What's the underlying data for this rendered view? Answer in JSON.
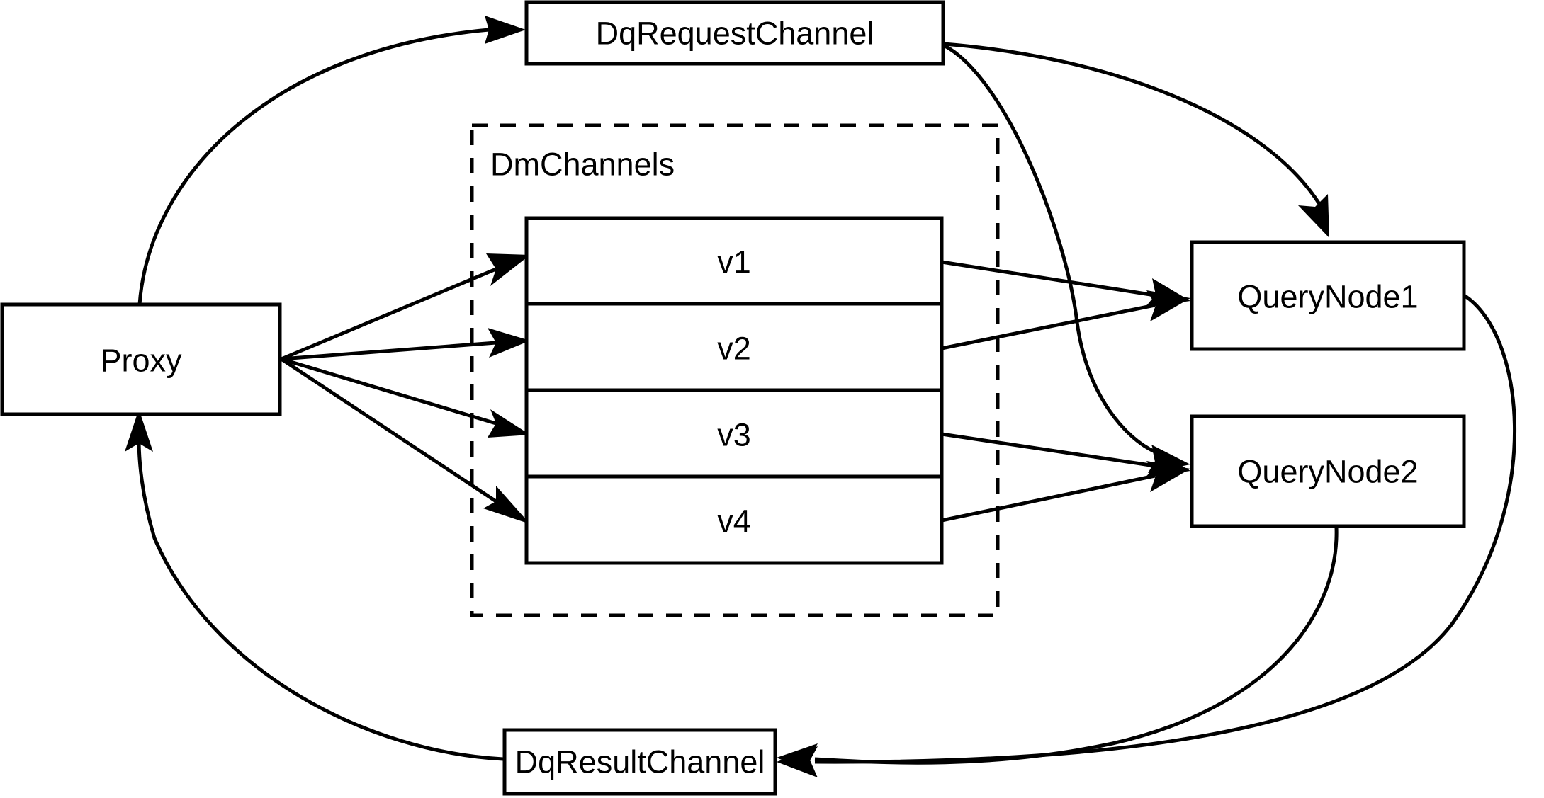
{
  "diagram": {
    "type": "architecture-flow-diagram",
    "background_color": "#ffffff",
    "stroke_color": "#000000",
    "nodes": {
      "proxy": {
        "label": "Proxy"
      },
      "dq_request_channel": {
        "label": "DqRequestChannel"
      },
      "dq_result_channel": {
        "label": "DqResultChannel"
      },
      "query_node_1": {
        "label": "QueryNode1"
      },
      "query_node_2": {
        "label": "QueryNode2"
      }
    },
    "group": {
      "label": "DmChannels",
      "border_style": "dashed",
      "channels": [
        {
          "label": "v1"
        },
        {
          "label": "v2"
        },
        {
          "label": "v3"
        },
        {
          "label": "v4"
        }
      ]
    },
    "edges": [
      {
        "from": "Proxy",
        "to": "DqRequestChannel",
        "style": "curved",
        "arrow": true
      },
      {
        "from": "Proxy",
        "to": "v1",
        "style": "straight",
        "arrow": true
      },
      {
        "from": "Proxy",
        "to": "v2",
        "style": "straight",
        "arrow": true
      },
      {
        "from": "Proxy",
        "to": "v3",
        "style": "straight",
        "arrow": true
      },
      {
        "from": "Proxy",
        "to": "v4",
        "style": "straight",
        "arrow": true
      },
      {
        "from": "DqRequestChannel",
        "to": "QueryNode1",
        "style": "curved",
        "arrow": true
      },
      {
        "from": "DqRequestChannel",
        "to": "QueryNode2",
        "style": "curved",
        "arrow": true
      },
      {
        "from": "v1",
        "to": "QueryNode1",
        "style": "straight",
        "arrow": true
      },
      {
        "from": "v2",
        "to": "QueryNode1",
        "style": "straight",
        "arrow": true
      },
      {
        "from": "v3",
        "to": "QueryNode2",
        "style": "straight",
        "arrow": true
      },
      {
        "from": "v4",
        "to": "QueryNode2",
        "style": "straight",
        "arrow": true
      },
      {
        "from": "QueryNode1",
        "to": "DqResultChannel",
        "style": "curved",
        "arrow": true
      },
      {
        "from": "QueryNode2",
        "to": "DqResultChannel",
        "style": "curved",
        "arrow": true
      },
      {
        "from": "DqResultChannel",
        "to": "Proxy",
        "style": "curved",
        "arrow": true
      }
    ]
  }
}
